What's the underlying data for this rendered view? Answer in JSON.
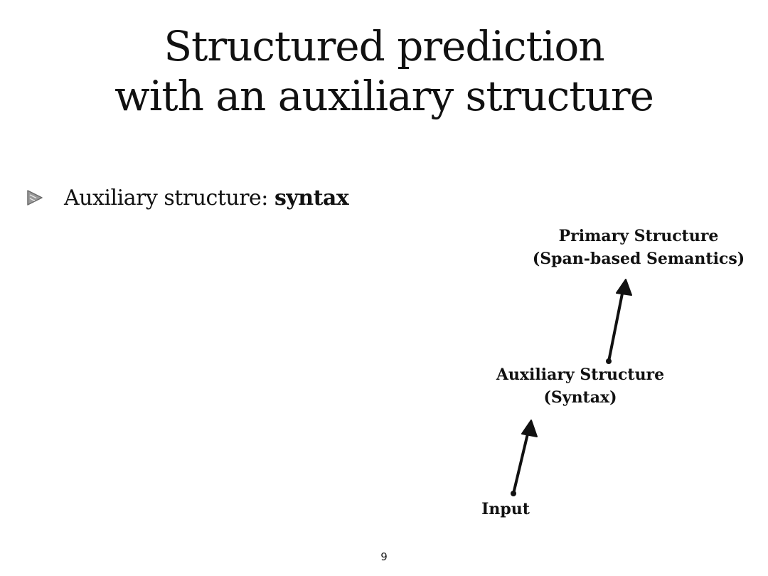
{
  "slide": {
    "title_line1": "Structured prediction",
    "title_line2": "with an auxiliary structure",
    "bullet": {
      "icon": "triangle-bullet-icon",
      "text": "Auxiliary structure: ",
      "bold_text": "syntax"
    },
    "diagram": {
      "primary": {
        "line1": "Primary Structure",
        "line2": "(Span-based Semantics)"
      },
      "auxiliary": {
        "line1": "Auxiliary Structure",
        "line2": "(Syntax)"
      },
      "input": "Input"
    },
    "page_number": "9"
  }
}
